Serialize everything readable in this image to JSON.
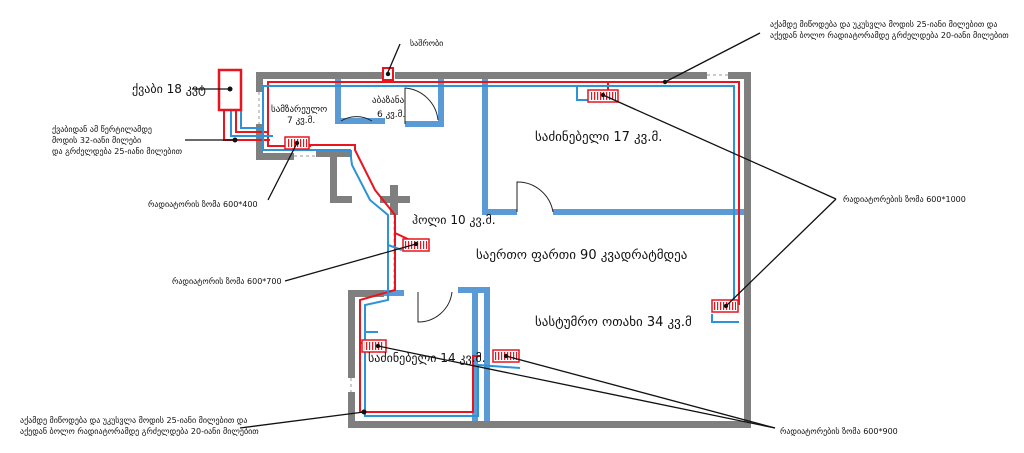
{
  "rooms": {
    "bathroom": {
      "name": "სამზარეულო",
      "area": "7 კვ.მ."
    },
    "wc": {
      "name": "აბაზანა",
      "area": "6 კვ.მ."
    },
    "bedroom_top": "საძინებელი 17 კვ.მ.",
    "hall": "ჰოლი 10 კვ.მ.",
    "total": "საერთო ფართი 90 კვადრატმდეა",
    "living": "სასტუმრო ოთახი 34 კვ.მ",
    "bedroom_bottom": "საძინებელი 14 კვ.მ."
  },
  "labels": {
    "boiler": "ქვაბი 18 კვტ",
    "meter": "საშრობი",
    "top_right_note_1": "აქამდე მიწოდება და უკუსვლა მოდის 25-იანი მილებით და",
    "top_right_note_2": "აქედან ბოლო რადიატორამდე გრძელდება 20-იანი მილებით",
    "boiler_note_1": "ქვაბიდან ამ წერტილამდე",
    "boiler_note_2": "მოდის 32-იანი მილები",
    "boiler_note_3": "და გრძელდება 25-იანი მილებით",
    "rad_600_400": "რადიატორის ზომა 600*400",
    "rad_600_700": "რადიატორის ზომა 600*700",
    "rad_600_1000": "რადიატორების ზომა 600*1000",
    "bottom_left_note_1": "აქამდე მიწოდება და უკუსვლა მოდის 25-იანი მილებით და",
    "bottom_left_note_2": "აქედან ბოლო რადიატორამდე გრძელდება 20-იანი მილებით",
    "rad_600_900": "რადიატორების ზომა 600*900"
  },
  "colors": {
    "wall_outer": "#7f7f7f",
    "wall_inner": "#5b9bd5",
    "supply_pipe": "#e8141e",
    "return_pipe": "#2c93d8"
  }
}
